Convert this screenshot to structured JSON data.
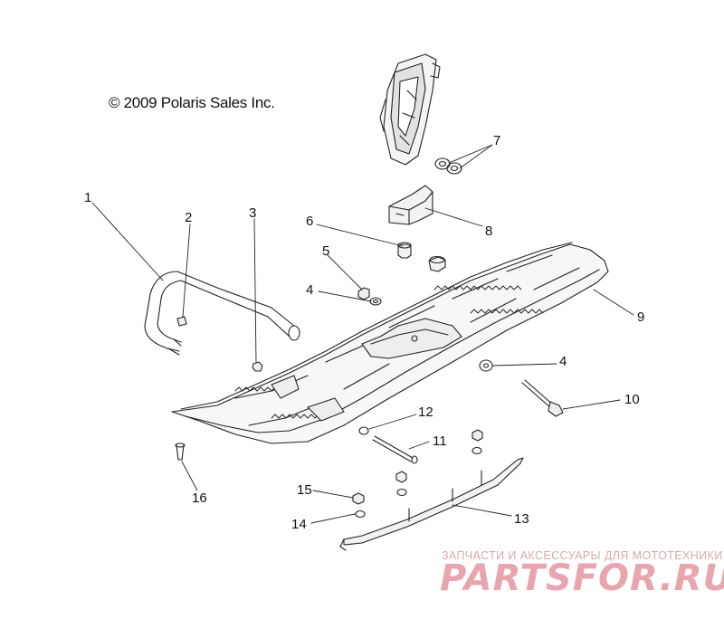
{
  "copyright": "© 2009 Polaris Sales Inc.",
  "callouts": {
    "c1": "1",
    "c2": "2",
    "c3": "3",
    "c4a": "4",
    "c4b": "4",
    "c5": "5",
    "c6": "6",
    "c7": "7",
    "c8": "8",
    "c9": "9",
    "c10": "10",
    "c11": "11",
    "c12": "12",
    "c13": "13",
    "c14": "14",
    "c15": "15",
    "c16": "16"
  },
  "watermark": {
    "tagline": "ЗАПЧАСТИ И АКСЕССУАРЫ ДЛЯ МОТОТЕХНИКИ",
    "logo": "PARTSFOR.RU"
  }
}
